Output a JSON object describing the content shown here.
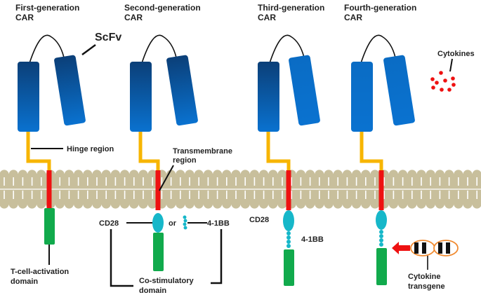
{
  "title": "CAR generations diagram",
  "generations": [
    {
      "title_line1": "First-generation",
      "title_line2": "CAR"
    },
    {
      "title_line1": "Second-generation",
      "title_line2": "CAR"
    },
    {
      "title_line1": "Third-generation",
      "title_line2": "CAR"
    },
    {
      "title_line1": "Fourth-generation",
      "title_line2": "CAR"
    }
  ],
  "labels": {
    "scfv": "ScFv",
    "hinge": "Hinge region",
    "transmembrane_line1": "Transmembrane",
    "transmembrane_line2": "region",
    "tcell_line1": "T-cell-activation",
    "tcell_line2": "domain",
    "cd28": "CD28",
    "or": "or",
    "bb41": "4-1BB",
    "costim_line1": "Co-stimulatory",
    "costim_line2": "domain",
    "cd28_third": "CD28",
    "bb41_third": "4-1BB",
    "cytokines": "Cytokines",
    "transgene_line1": "Cytokine",
    "transgene_line2": "transgene"
  },
  "colors": {
    "scfv_blue": "#0a6cc4",
    "scfv_dark": "#0b3f78",
    "hinge_yellow": "#f7b500",
    "transmembrane_red": "#ee1111",
    "activation_green": "#11aa4c",
    "costim_cyan": "#16b7c9",
    "membrane_tan": "#c8bf9c",
    "cytokine_red": "#ee1111",
    "transgene_orange": "#f08a30"
  }
}
